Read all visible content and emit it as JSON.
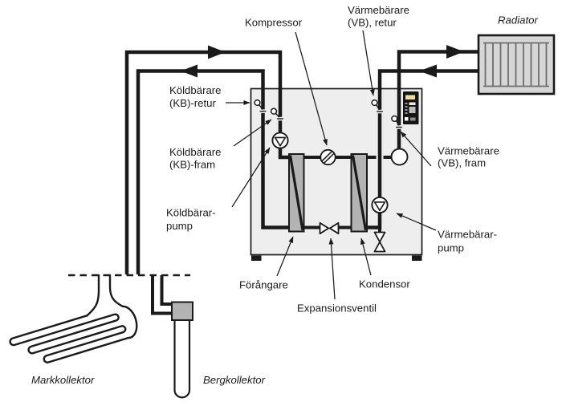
{
  "diagram_title": "Heat pump system schematic (Swedish)",
  "colors": {
    "pipe": "#1a1a1a",
    "unit_fill": "#eeeeee",
    "exchanger_gray": "#b3b3b3",
    "radiator_fill": "#d6d6d6",
    "radiator_line": "#6e6e6e",
    "panel_black": "#141414",
    "panel_display": "#f0e08a",
    "collector_box_gray": "#b3b3b3"
  },
  "labels": {
    "kompressor": {
      "text": "Kompressor"
    },
    "vb_retur": {
      "line1": "Värmebärare",
      "line2": "(VB), retur"
    },
    "radiator": {
      "text": "Radiator"
    },
    "kb_retur": {
      "line1": "Köldbärare",
      "line2": "(KB)-retur"
    },
    "kb_fram": {
      "line1": "Köldbärare",
      "line2": "(KB)-fram"
    },
    "kb_pump": {
      "line1": "Köldbärar-",
      "line2": "pump"
    },
    "vb_fram": {
      "line1": "Värmebärare",
      "line2": "(VB), fram"
    },
    "vb_pump": {
      "line1": "Värmebärar-",
      "line2": "pump"
    },
    "forangare": {
      "text": "Förångare"
    },
    "kondensor": {
      "text": "Kondensor"
    },
    "expansionsventil": {
      "text": "Expansionsventil"
    },
    "markkollektor": {
      "text": "Markkollektor"
    },
    "bergkollektor": {
      "text": "Bergkollektor"
    }
  }
}
